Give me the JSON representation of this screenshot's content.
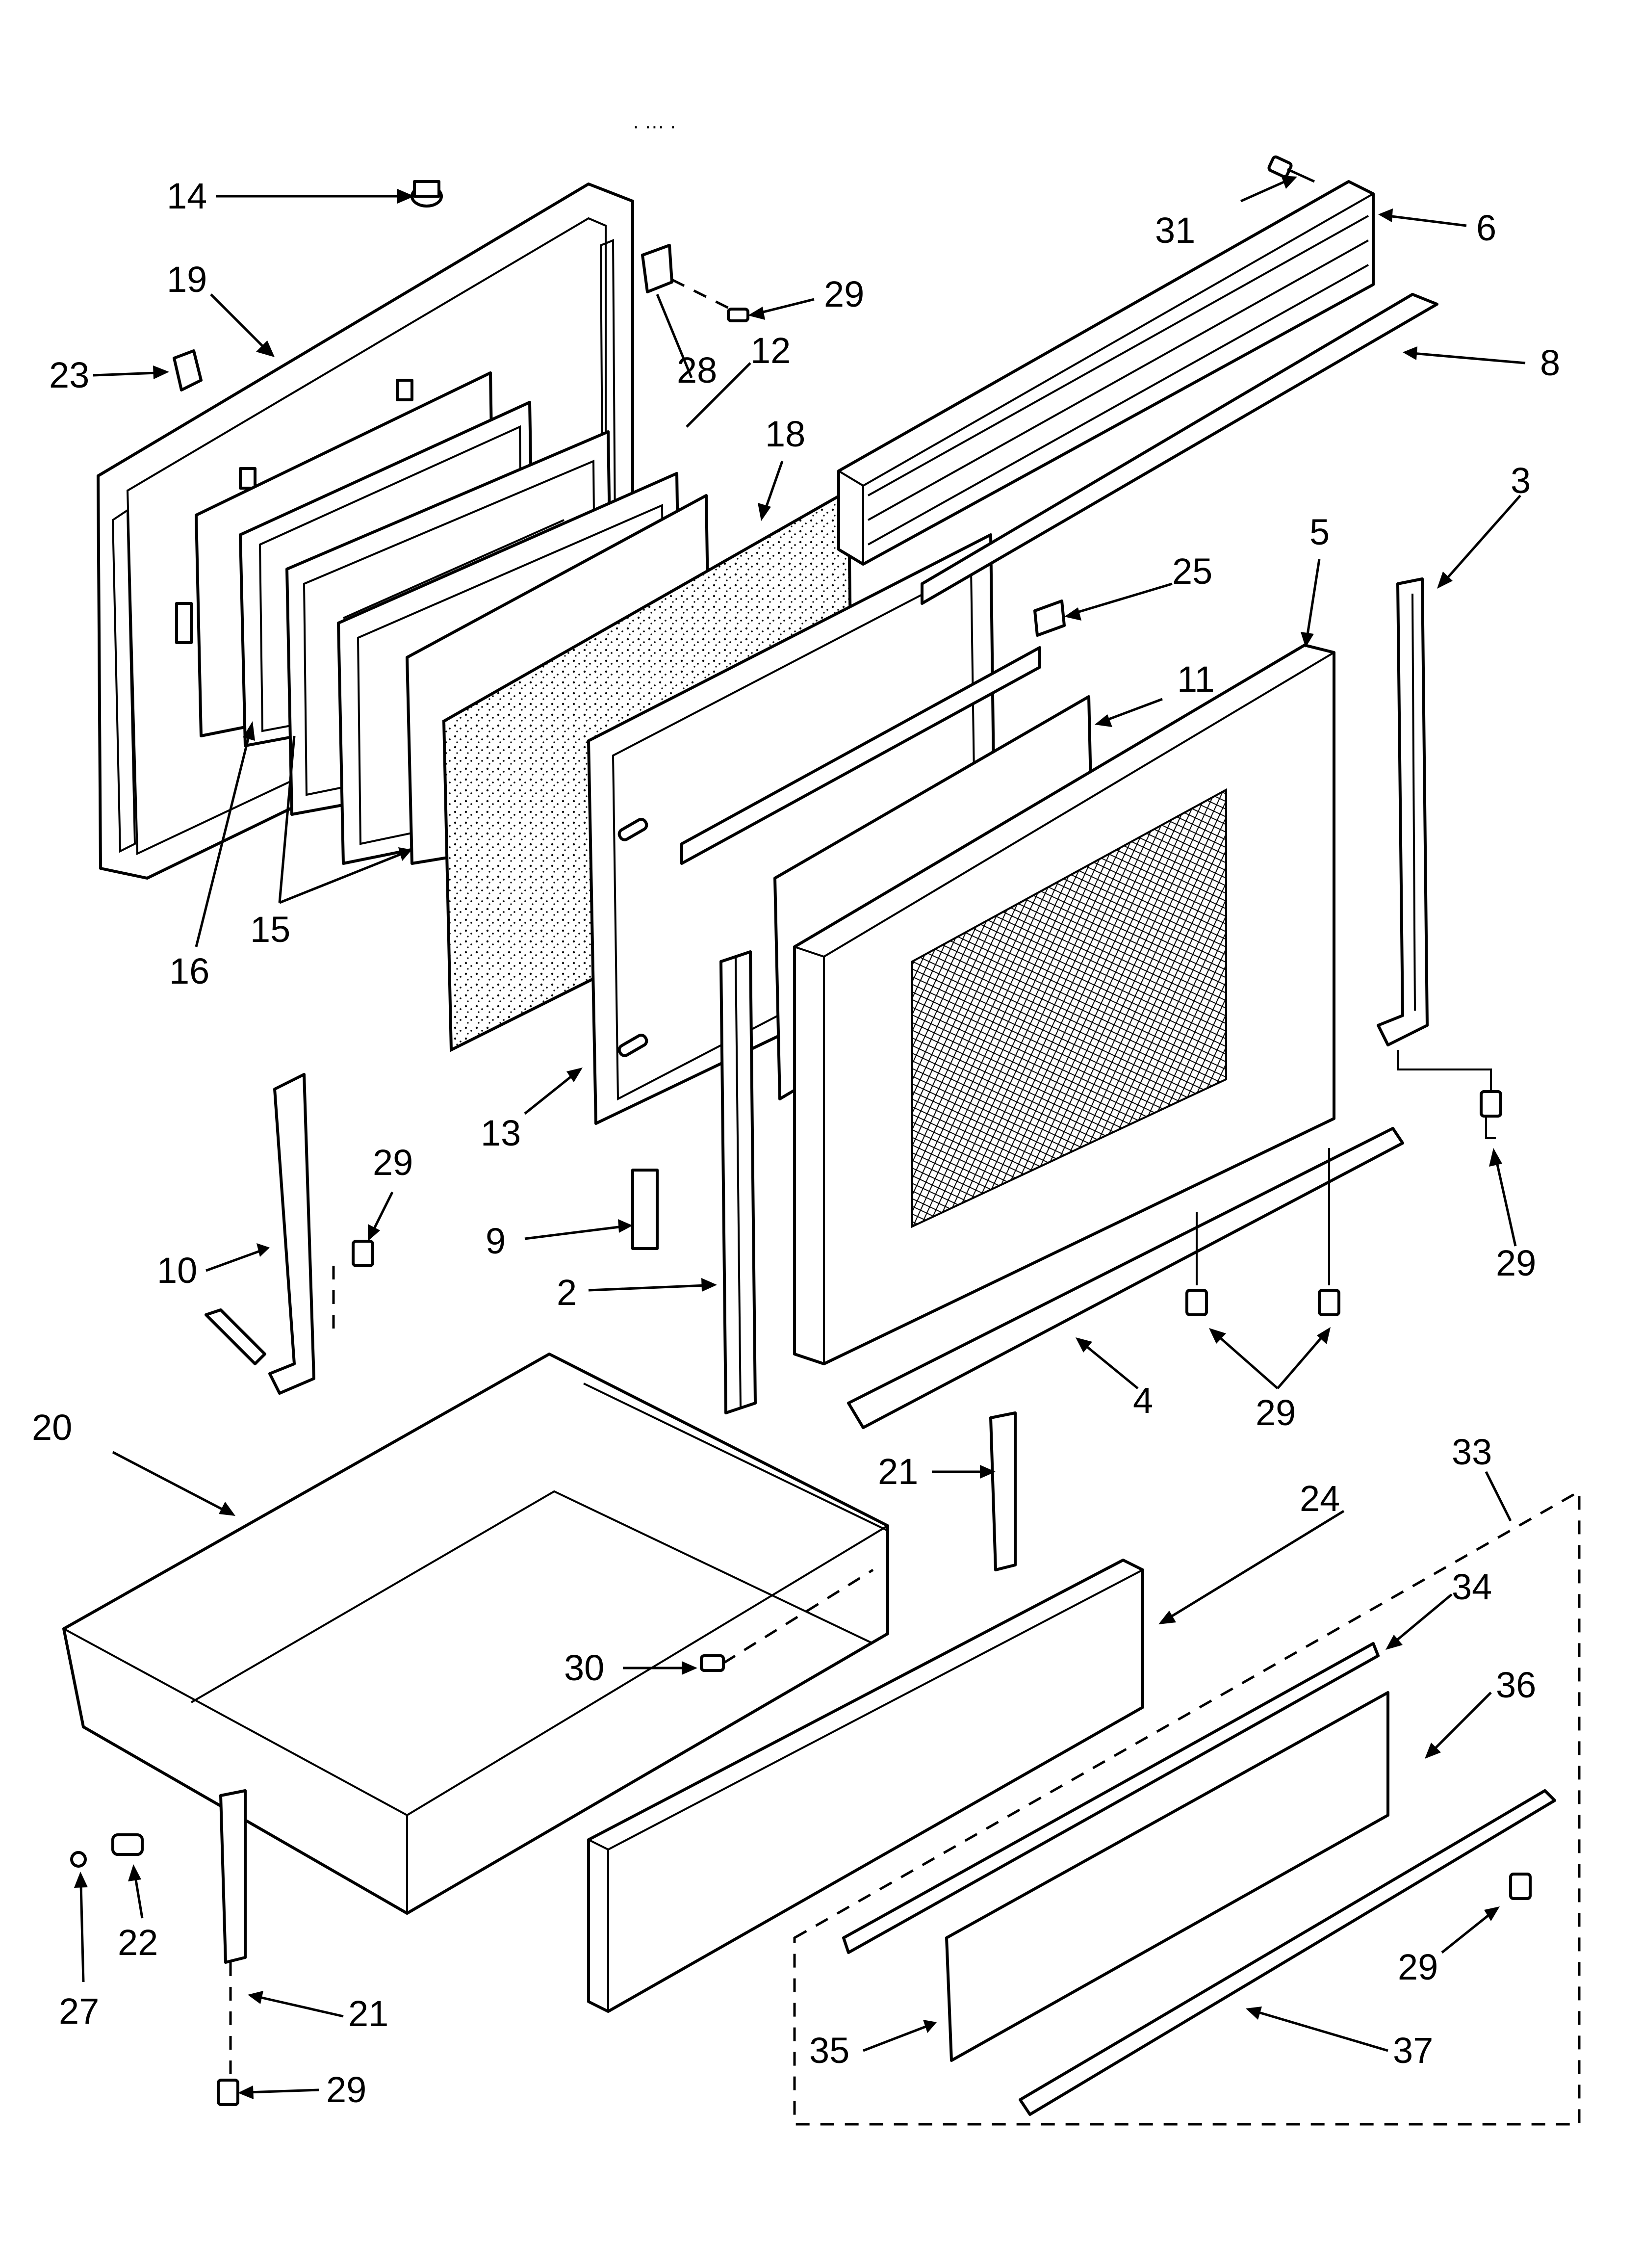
{
  "diagram": {
    "header_fragment": "· ··· ·",
    "callouts": {
      "c14": "14",
      "c19": "19",
      "c23": "23",
      "c28": "28",
      "c29a": "29",
      "c12": "12",
      "c18": "18",
      "c16": "16",
      "c15": "15",
      "c31": "31",
      "c6": "6",
      "c8": "8",
      "c3": "3",
      "c5": "5",
      "c25": "25",
      "c11": "11",
      "c13": "13",
      "c29b": "29",
      "c10": "10",
      "c9": "9",
      "c2": "2",
      "c29c": "29",
      "c4": "4",
      "c29d": "29",
      "c20": "20",
      "c33": "33",
      "c21a": "21",
      "c24": "24",
      "c34": "34",
      "c30": "30",
      "c36": "36",
      "c22": "22",
      "c27": "27",
      "c21b": "21",
      "c29e": "29",
      "c35": "35",
      "c37": "37",
      "c29f": "29"
    }
  }
}
